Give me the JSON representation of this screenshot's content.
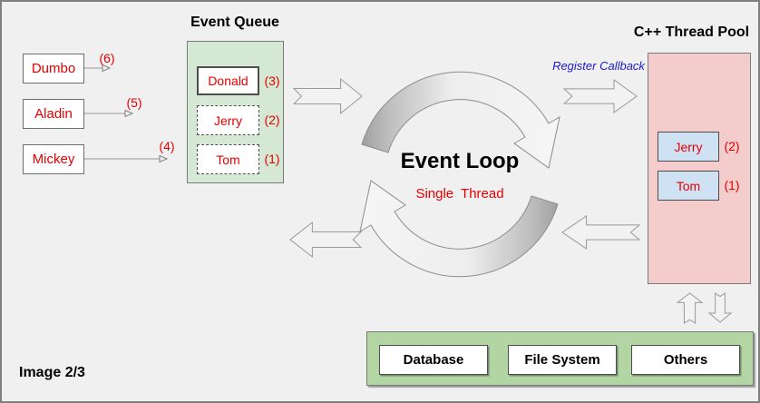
{
  "frame": {
    "caption": "Image 2/3"
  },
  "colors": {
    "background": "#f0f0f1",
    "frame_border": "#7f7f7f",
    "red_text": "#e60000",
    "blue_text": "#1a1acc",
    "queue_green": "#d5e8d4",
    "resources_green": "#b3d5a4",
    "pool_pink": "#f4cccc",
    "pool_item_blue": "#cfe2f3",
    "arrow_gray": "#f2f2f2",
    "arrow_dark_gray": "#a0a0a0"
  },
  "clients": [
    {
      "label": "Dumbo",
      "seq": "(6)"
    },
    {
      "label": "Aladin",
      "seq": "(5)"
    },
    {
      "label": "Mickey",
      "seq": "(4)"
    }
  ],
  "event_queue": {
    "title": "Event Queue",
    "items": [
      {
        "label": "Donald",
        "seq": "(3)",
        "border": "solid"
      },
      {
        "label": "Jerry",
        "seq": "(2)",
        "border": "dashed"
      },
      {
        "label": "Tom",
        "seq": "(1)",
        "border": "dashed"
      }
    ]
  },
  "event_loop": {
    "title": "Event Loop",
    "subtitle": "Single Thread"
  },
  "register_callback_label": "Register Callback",
  "thread_pool": {
    "title": "C++ Thread Pool",
    "items": [
      {
        "label": "Jerry",
        "seq": "(2)"
      },
      {
        "label": "Tom",
        "seq": "(1)"
      }
    ]
  },
  "resources": {
    "items": [
      {
        "label": "Database"
      },
      {
        "label": "File System"
      },
      {
        "label": "Others"
      }
    ]
  }
}
